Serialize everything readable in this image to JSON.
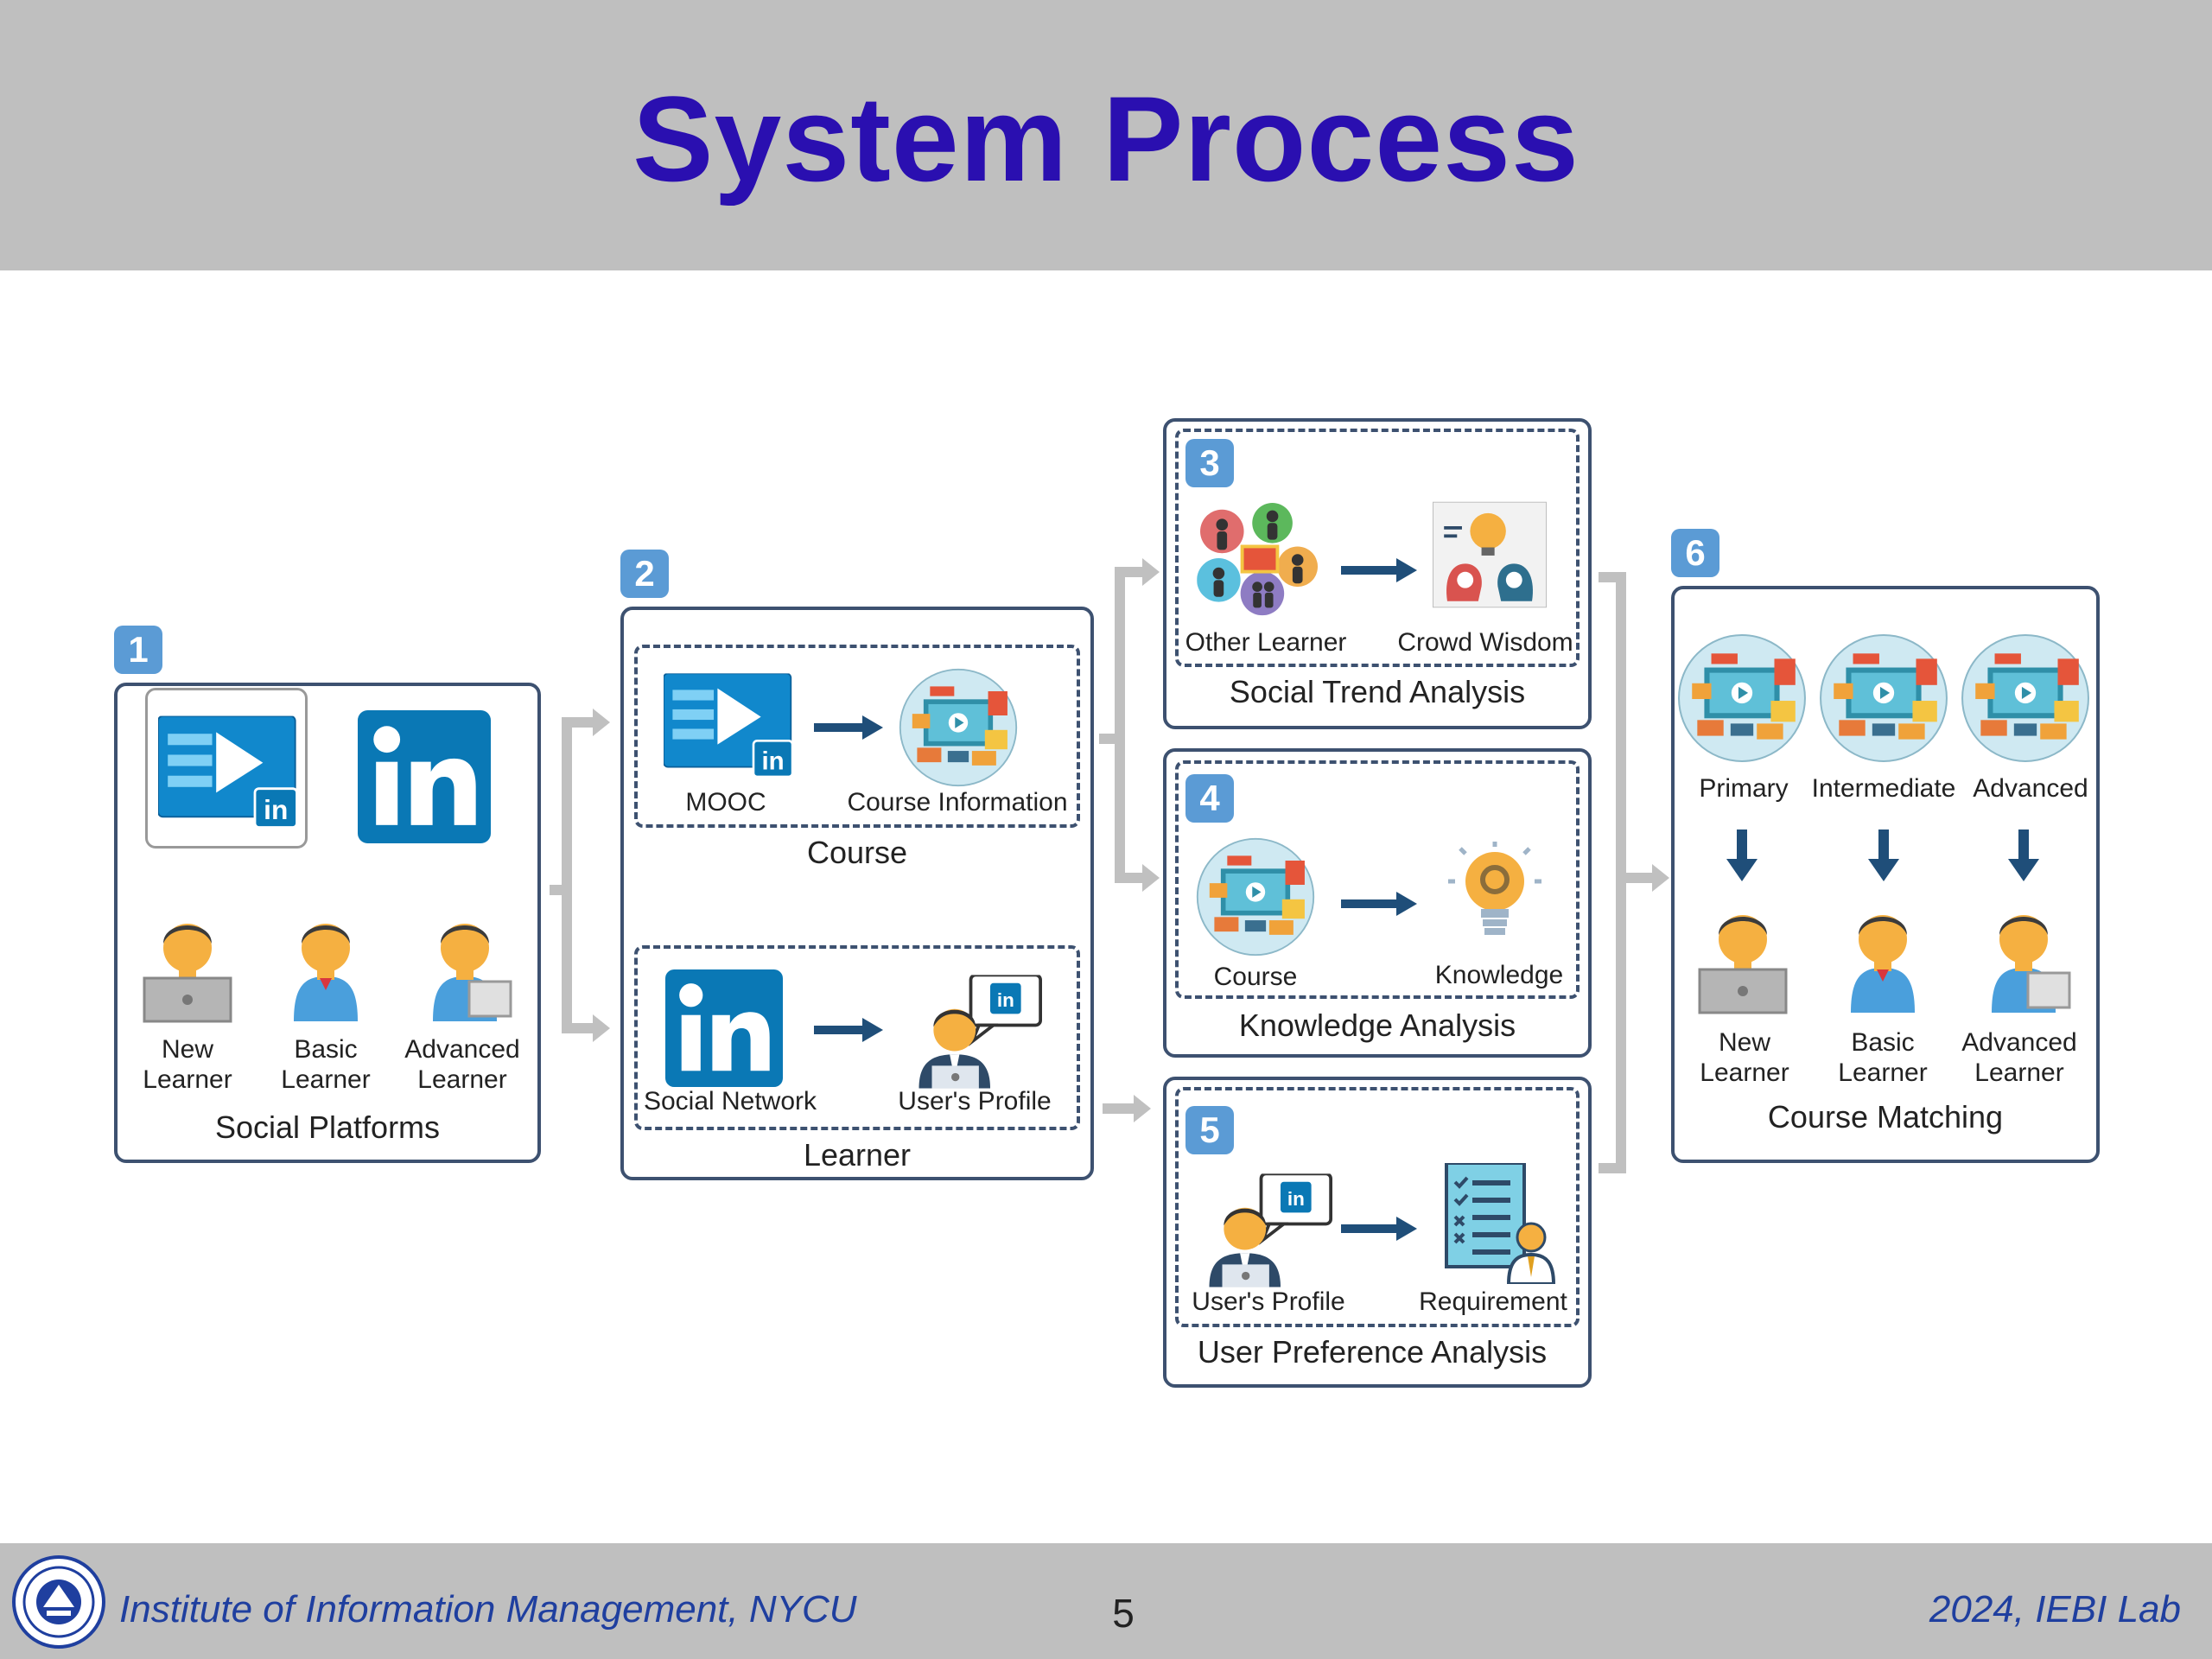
{
  "slide": {
    "title": "System Process",
    "footer_left": "Institute of Information Management, NYCU",
    "footer_page": "5",
    "footer_right": "2024, IEBI Lab"
  },
  "stage1": {
    "badge": "1",
    "learners": [
      {
        "line1": "New",
        "line2": "Learner"
      },
      {
        "line1": "Basic",
        "line2": "Learner"
      },
      {
        "line1": "Advanced",
        "line2": "Learner"
      }
    ],
    "caption": "Social Platforms"
  },
  "stage2": {
    "badge": "2",
    "course": {
      "source": "MOOC",
      "target": "Course Information",
      "caption": "Course"
    },
    "learner": {
      "source": "Social Network",
      "target": "User's Profile",
      "caption": "Learner"
    }
  },
  "stage3": {
    "badge": "3",
    "source": "Other Learner",
    "target": "Crowd Wisdom",
    "caption": "Social Trend Analysis"
  },
  "stage4": {
    "badge": "4",
    "source": "Course",
    "target": "Knowledge",
    "caption": "Knowledge Analysis"
  },
  "stage5": {
    "badge": "5",
    "source": "User's Profile",
    "target": "Requirement",
    "caption": "User Preference Analysis"
  },
  "stage6": {
    "badge": "6",
    "levels": [
      "Primary",
      "Intermediate",
      "Advanced"
    ],
    "learners": [
      {
        "line1": "New",
        "line2": "Learner"
      },
      {
        "line1": "Basic",
        "line2": "Learner"
      },
      {
        "line1": "Advanced",
        "line2": "Learner"
      }
    ],
    "caption": "Course Matching"
  },
  "colors": {
    "title": "#2a0fb0",
    "panel_border": "#3d5170",
    "badge": "#5b9bd5",
    "arrow": "#1f4e79",
    "connector": "#c0c0c0",
    "linkedin": "#0a78b5"
  },
  "icons": [
    "linkedin-learning-icon",
    "linkedin-icon",
    "learner-avatar-icon",
    "course-video-icon",
    "user-profile-icon",
    "crowd-icon",
    "crowd-wisdom-icon",
    "knowledge-bulb-icon",
    "requirement-checklist-icon",
    "down-arrow-icon",
    "university-seal-icon"
  ]
}
